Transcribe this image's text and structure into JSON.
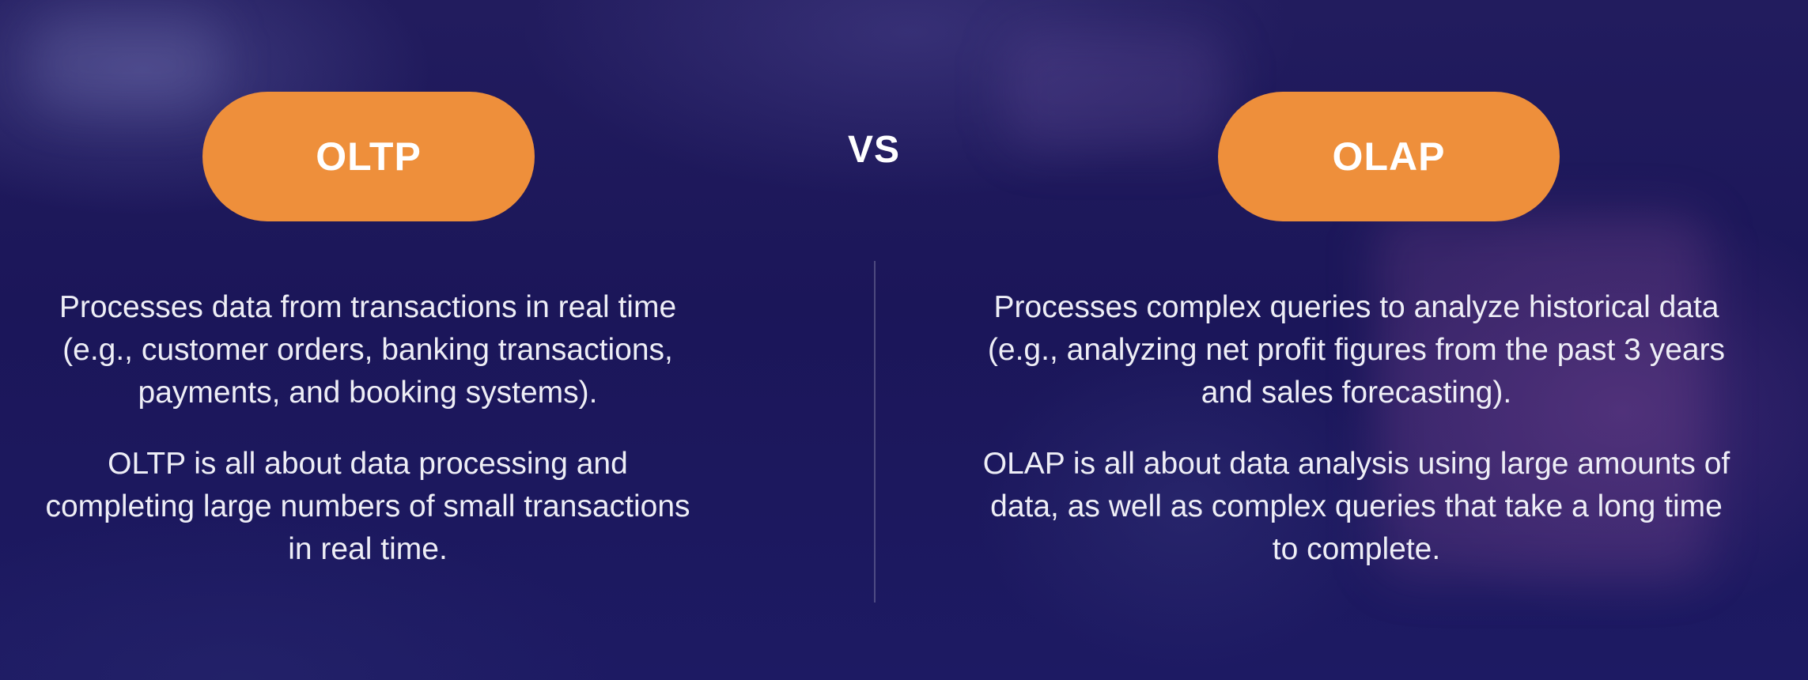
{
  "left": {
    "label": "OLTP",
    "description": "Processes data from transactions in real time (e.g., customer orders, banking transactions, payments, and booking systems).",
    "summary": "OLTP is all about data processing and completing large numbers of small transactions in real time."
  },
  "middle": {
    "label": "VS"
  },
  "right": {
    "label": "OLAP",
    "description": "Processes complex queries to analyze historical data (e.g., analyzing net profit figures from the past 3 years and sales forecasting).",
    "summary": "OLAP is all about data analysis using large amounts of data, as well as complex queries that take a long time to complete."
  },
  "colors": {
    "accent": "#ee8f3b",
    "background": "#1a1656",
    "text": "#eeeef6"
  }
}
